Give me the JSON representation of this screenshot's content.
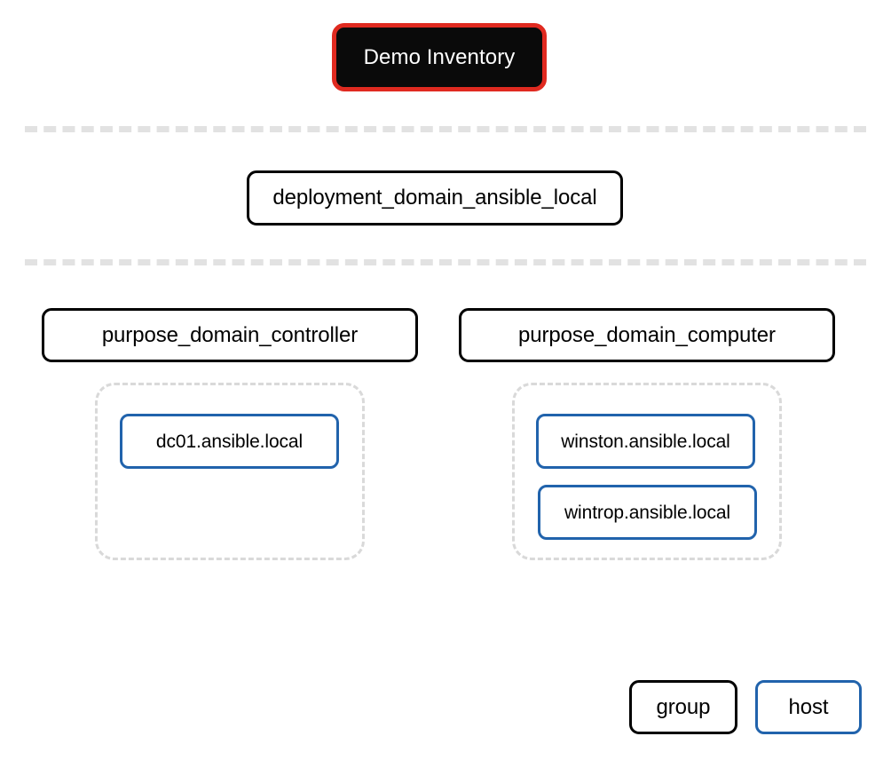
{
  "diagram": {
    "title": "Demo Inventory",
    "type": "ansible-inventory-graph",
    "colors": {
      "root_fill": "#0a0a0a",
      "root_border": "#e02a20",
      "root_text": "#ffffff",
      "group_border": "#000000",
      "host_border": "#2163ac",
      "container_dash": "#d9d9d9",
      "separator_dash": "#e2e2e2",
      "background": "#ffffff"
    }
  },
  "root": {
    "label": "Demo Inventory"
  },
  "levels": [
    {
      "name": "deployment",
      "groups": [
        {
          "label": "deployment_domain_ansible_local"
        }
      ]
    },
    {
      "name": "purpose",
      "groups": [
        {
          "label": "purpose_domain_controller",
          "hosts": [
            {
              "label": "dc01.ansible.local"
            }
          ]
        },
        {
          "label": "purpose_domain_computer",
          "hosts": [
            {
              "label": "winston.ansible.local"
            },
            {
              "label": "wintrop.ansible.local"
            }
          ]
        }
      ]
    }
  ],
  "legend": {
    "group_label": "group",
    "host_label": "host"
  }
}
